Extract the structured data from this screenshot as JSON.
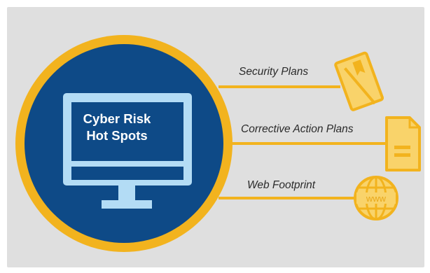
{
  "hub": {
    "line1": "Cyber Risk",
    "line2": "Hot Spots"
  },
  "branches": [
    {
      "label": "Security Plans",
      "icon": "book-icon"
    },
    {
      "label": "Corrective Action Plans",
      "icon": "document-icon"
    },
    {
      "label": "Web Footprint",
      "icon": "globe-www-icon"
    }
  ],
  "icon_text": {
    "www": "www"
  },
  "colors": {
    "background": "#dfdfdf",
    "ring": "#f2b31e",
    "circle": "#0e4a87",
    "monitor": "#b3dcf5",
    "screen": "#0e4a87",
    "icon_fill": "#f9d36a"
  }
}
